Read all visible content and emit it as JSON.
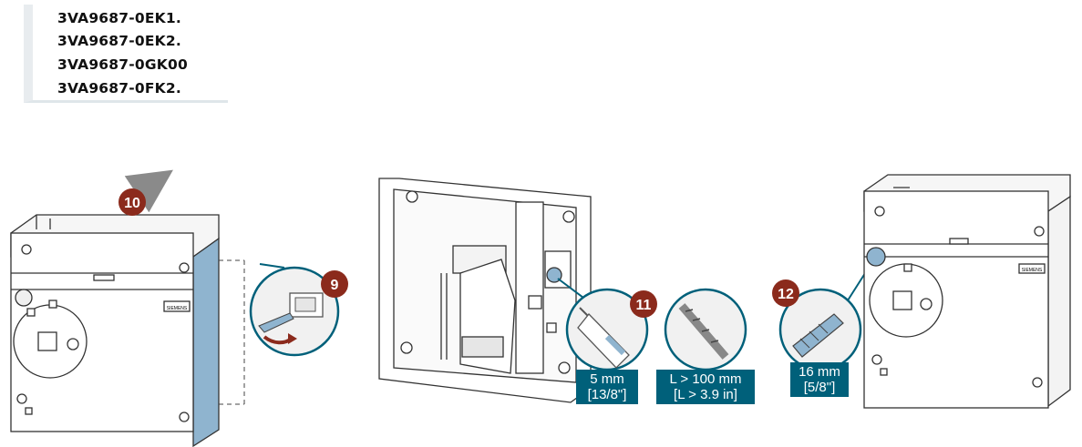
{
  "part_numbers": [
    "3VA9687-0EK1.",
    "3VA9687-0EK2.",
    "3VA9687-0GK00",
    "3VA9687-0FK2."
  ],
  "steps": {
    "s9": "9",
    "s10": "10",
    "s11": "11",
    "s12": "12"
  },
  "brand": "SIEMENS",
  "labels": {
    "drill_5": [
      "5 mm",
      "[13/8\"]"
    ],
    "drill_len": [
      "L > 100 mm",
      "[L > 3.9 in]"
    ],
    "drill_16": [
      "16 mm",
      "[5/8\"]"
    ]
  },
  "colors": {
    "badge": "#8b2a1c",
    "label_bg": "#00607a",
    "side_panel": "#8fb4cf"
  }
}
